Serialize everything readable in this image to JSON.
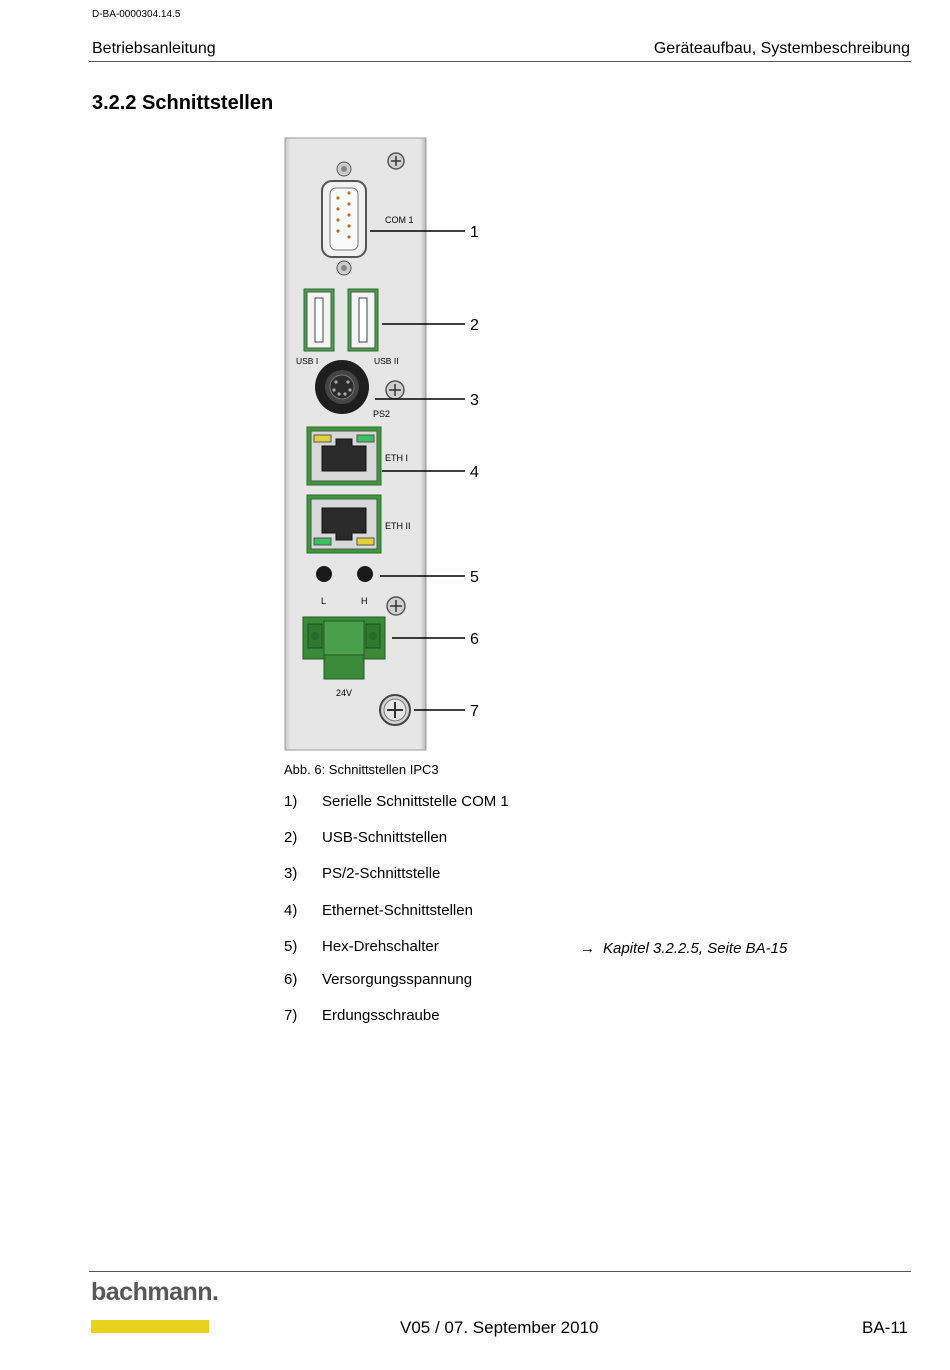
{
  "doc_id": "D-BA-0000304.14.5",
  "header": {
    "left": "Betriebsanleitung",
    "right": "Geräteaufbau, Systembeschreibung"
  },
  "section_title": "3.2.2 Schnittstellen",
  "figure": {
    "labels": {
      "com1": "COM 1",
      "usb1": "USB I",
      "usb2": "USB II",
      "ps2": "PS2",
      "eth1": "ETH I",
      "eth2": "ETH II",
      "switch_l": "L",
      "switch_h": "H",
      "power": "24V"
    },
    "callouts": [
      "1",
      "2",
      "3",
      "4",
      "5",
      "6",
      "7"
    ],
    "colors": {
      "panel": "#e4e4e4",
      "green": "#3a9a3a",
      "led_yellow": "#e2d23a",
      "led_green": "#3cc060"
    }
  },
  "caption": "Abb. 6: Schnittstellen IPC3",
  "legend": [
    {
      "num": "1)",
      "text": "Serielle Schnittstelle COM 1"
    },
    {
      "num": "2)",
      "text": "USB-Schnittstellen"
    },
    {
      "num": "3)",
      "text": "PS/2-Schnittstelle"
    },
    {
      "num": "4)",
      "text": "Ethernet-Schnittstellen"
    },
    {
      "num": "5)",
      "text": "Hex-Drehschalter"
    },
    {
      "num": "6)",
      "text": "Versorgungsspannung"
    },
    {
      "num": "7)",
      "text": "Erdungsschraube"
    }
  ],
  "xref": {
    "arrow": "→",
    "text": "Kapitel 3.2.2.5, Seite  BA-15"
  },
  "footer": {
    "logo": "bachmann.",
    "center": "V05 / 07. September 2010",
    "page": "BA-11"
  }
}
